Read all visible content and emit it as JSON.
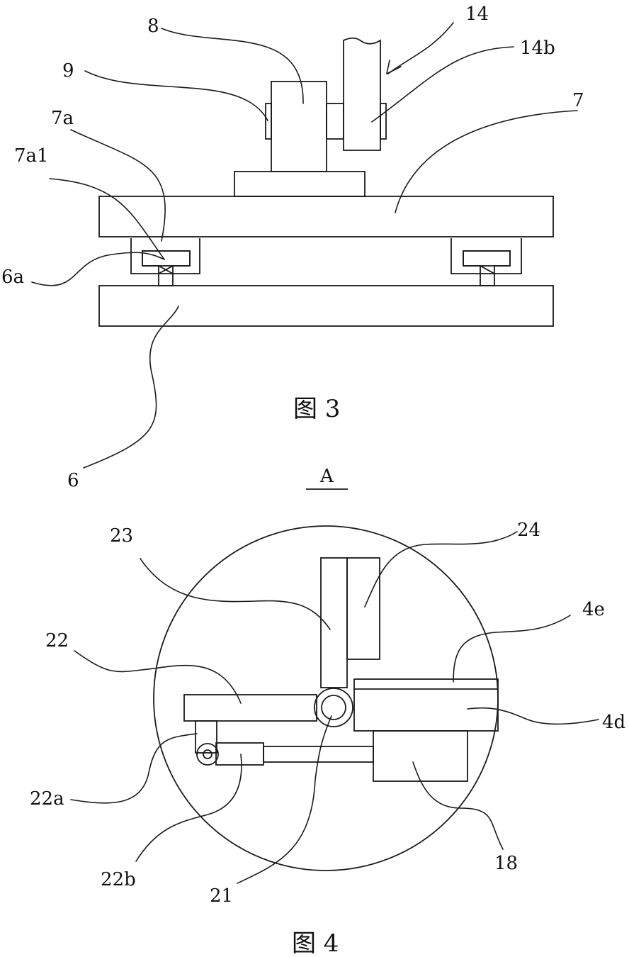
{
  "figure3": {
    "caption": "图 3",
    "labels": {
      "l14": "14",
      "l14b": "14b",
      "l8": "8",
      "l9": "9",
      "l7a": "7a",
      "l7": "7",
      "l7a1": "7a1",
      "l6a": "6a",
      "l6": "6"
    }
  },
  "section": {
    "marker": "A"
  },
  "figure4": {
    "caption": "图 4",
    "labels": {
      "l23": "23",
      "l24": "24",
      "l22": "22",
      "l4e": "4e",
      "l4d": "4d",
      "l22a": "22a",
      "l22b": "22b",
      "l21": "21",
      "l18": "18"
    }
  }
}
